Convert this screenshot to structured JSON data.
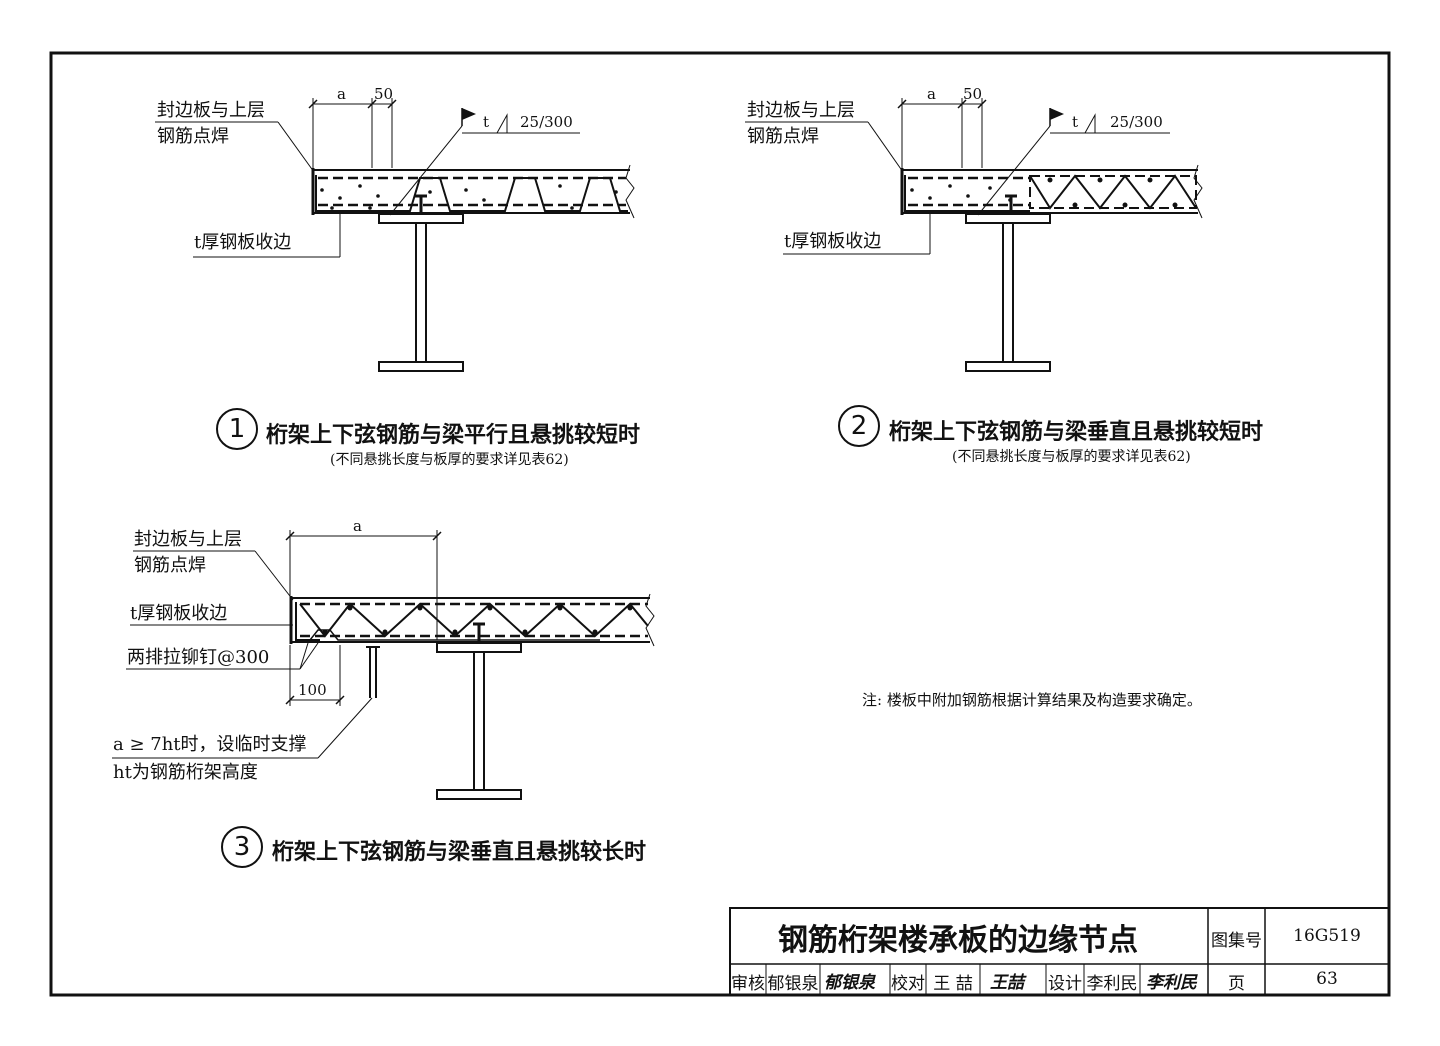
{
  "detail1": {
    "number": "1",
    "title": "桁架上下弦钢筋与梁平行且悬挑较短时",
    "subtitle": "(不同悬挑长度与板厚的要求详见表62)",
    "label_edge_line1": "封边板与上层",
    "label_edge_line2": "钢筋点焊",
    "label_trim": "t厚钢板收边",
    "dim_a": "a",
    "dim_50": "50",
    "weld_symbol": "t",
    "weld_spec": "25/300"
  },
  "detail2": {
    "number": "2",
    "title": "桁架上下弦钢筋与梁垂直且悬挑较短时",
    "subtitle": "(不同悬挑长度与板厚的要求详见表62)",
    "label_edge_line1": "封边板与上层",
    "label_edge_line2": "钢筋点焊",
    "label_trim": "t厚钢板收边",
    "dim_a": "a",
    "dim_50": "50",
    "weld_symbol": "t",
    "weld_spec": "25/300"
  },
  "detail3": {
    "number": "3",
    "title": "桁架上下弦钢筋与梁垂直且悬挑较长时",
    "label_edge_line1": "封边板与上层",
    "label_edge_line2": "钢筋点焊",
    "label_trim": "t厚钢板收边",
    "label_rivet": "两排拉铆钉@300",
    "dim_a": "a",
    "dim_100": "100",
    "label_support": "a ≥ 7ht时，设临时支撑",
    "label_ht": "ht为钢筋桁架高度"
  },
  "note": "注: 楼板中附加钢筋根据计算结果及构造要求确定。",
  "title_block": {
    "title": "钢筋桁架楼承板的边缘节点",
    "atlas_label": "图集号",
    "atlas_number": "16G519",
    "review_label": "审核",
    "review_name": "郁银泉",
    "review_sig": "郁银泉",
    "check_label": "校对",
    "check_name": "王 喆",
    "check_sig": "王喆",
    "design_label": "设计",
    "design_name": "李利民",
    "design_sig": "李利民",
    "page_label": "页",
    "page_number": "63"
  }
}
